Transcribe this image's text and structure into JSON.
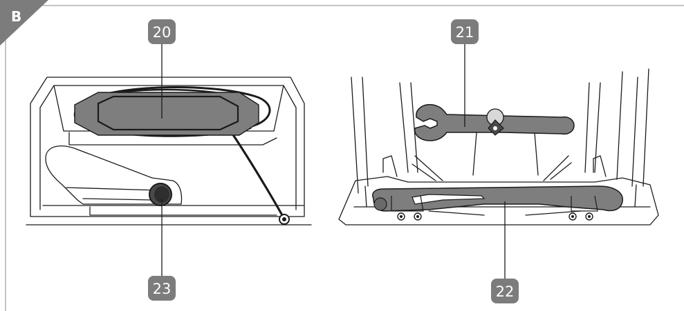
{
  "section_label": "B",
  "callouts": {
    "c20": "20",
    "c21": "21",
    "c22": "22",
    "c23": "23"
  },
  "colors": {
    "callout_fill": "#7c7c7c",
    "part_fill": "#7e7e7e",
    "line": "#1a1a1a",
    "frame": "#9a9a9a"
  }
}
